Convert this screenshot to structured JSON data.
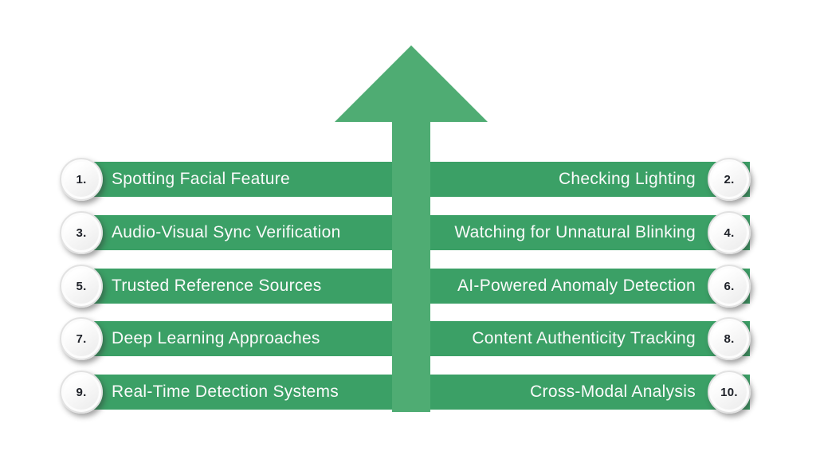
{
  "rows": [
    {
      "left": {
        "number": "1.",
        "label": "Spotting Facial Feature"
      },
      "right": {
        "number": "2.",
        "label": "Checking Lighting"
      }
    },
    {
      "left": {
        "number": "3.",
        "label": "Audio-Visual Sync Verification"
      },
      "right": {
        "number": "4.",
        "label": "Watching for Unnatural Blinking"
      }
    },
    {
      "left": {
        "number": "5.",
        "label": "Trusted Reference Sources"
      },
      "right": {
        "number": "6.",
        "label": "AI-Powered Anomaly Detection"
      }
    },
    {
      "left": {
        "number": "7.",
        "label": "Deep Learning Approaches"
      },
      "right": {
        "number": "8.",
        "label": "Content Authenticity Tracking"
      }
    },
    {
      "left": {
        "number": "9.",
        "label": "Real-Time Detection Systems"
      },
      "right": {
        "number": "10.",
        "label": "Cross-Modal Analysis"
      }
    }
  ],
  "colors": {
    "background": "#FFFFFF",
    "bar_green": "#3BA066",
    "arrow_green": "#4FAC73",
    "label_text": "#FAFAFA",
    "number_text": "#20232A",
    "circle_bg": "#E9E9E9"
  }
}
